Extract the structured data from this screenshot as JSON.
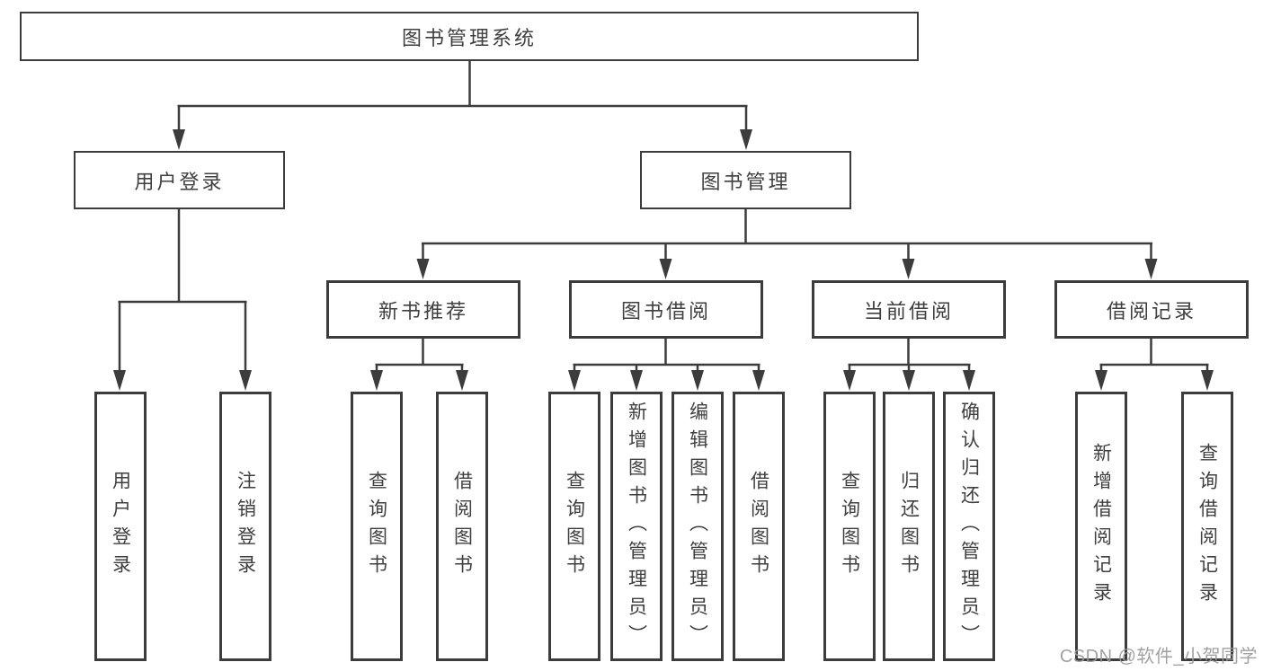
{
  "diagram": {
    "type": "hierarchy-tree",
    "root": {
      "label": "图书管理系统"
    },
    "branches": [
      {
        "label": "用户登录",
        "leaves": [
          "用户登录",
          "注销登录"
        ]
      },
      {
        "label": "图书管理",
        "groups": [
          {
            "label": "新书推荐",
            "leaves": [
              "查询图书",
              "借阅图书"
            ]
          },
          {
            "label": "图书借阅",
            "leaves": [
              "查询图书",
              "新增图书（管理员）",
              "编辑图书（管理员）",
              "借阅图书"
            ]
          },
          {
            "label": "当前借阅",
            "leaves": [
              "查询图书",
              "归还图书",
              "确认归还（管理员）"
            ]
          },
          {
            "label": "借阅记录",
            "leaves": [
              "新增借阅记录",
              "查询借阅记录"
            ]
          }
        ]
      }
    ]
  },
  "watermark": {
    "text": "CSDN @软件_小贺同学",
    "color": "#9a9a9a"
  },
  "colors": {
    "line": "#3c3c3c",
    "box_border": "#3c3c3c",
    "text": "#3f3f3f",
    "background": "#ffffff"
  }
}
